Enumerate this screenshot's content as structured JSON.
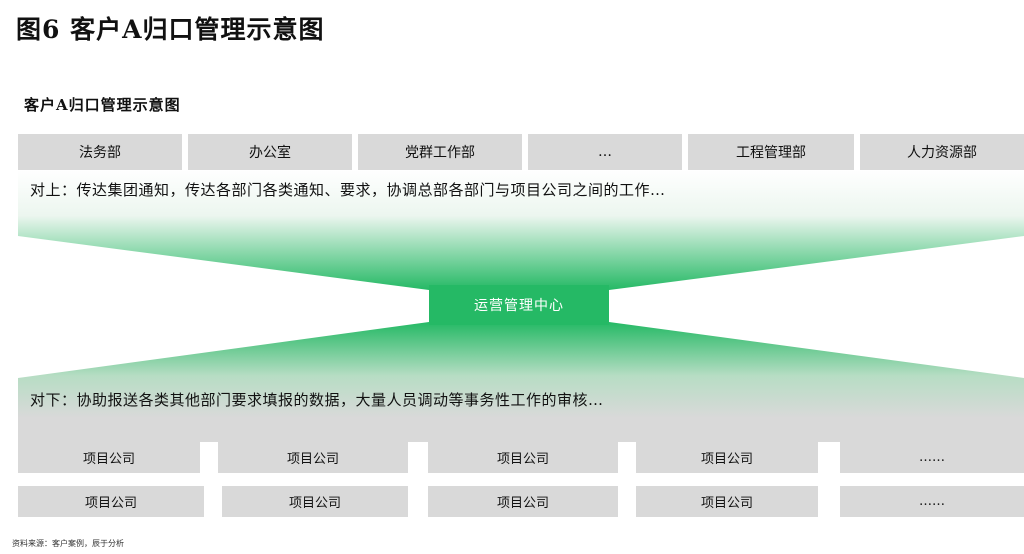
{
  "figure_title": "图6 客户A归口管理示意图",
  "subtitle": "客户A归口管理示意图",
  "departments": [
    "法务部",
    "办公室",
    "党群工作部",
    "…",
    "工程管理部",
    "人力资源部"
  ],
  "upward_text": "对上：传达集团通知，传达各部门各类通知、要求，协调总部各部门与项目公司之间的工作…",
  "center_label": "运营管理中心",
  "downward_text": "对下：协助报送各类其他部门要求填报的数据，大量人员调动等事务性工作的审核…",
  "project_rows": [
    [
      "项目公司",
      "项目公司",
      "项目公司",
      "项目公司",
      "……"
    ],
    [
      "项目公司",
      "项目公司",
      "项目公司",
      "项目公司",
      "……"
    ]
  ],
  "source": "资料来源：客户案例，辰于分析",
  "colors": {
    "accent_green": "#25b965",
    "box_gray": "#d9d9d9"
  }
}
